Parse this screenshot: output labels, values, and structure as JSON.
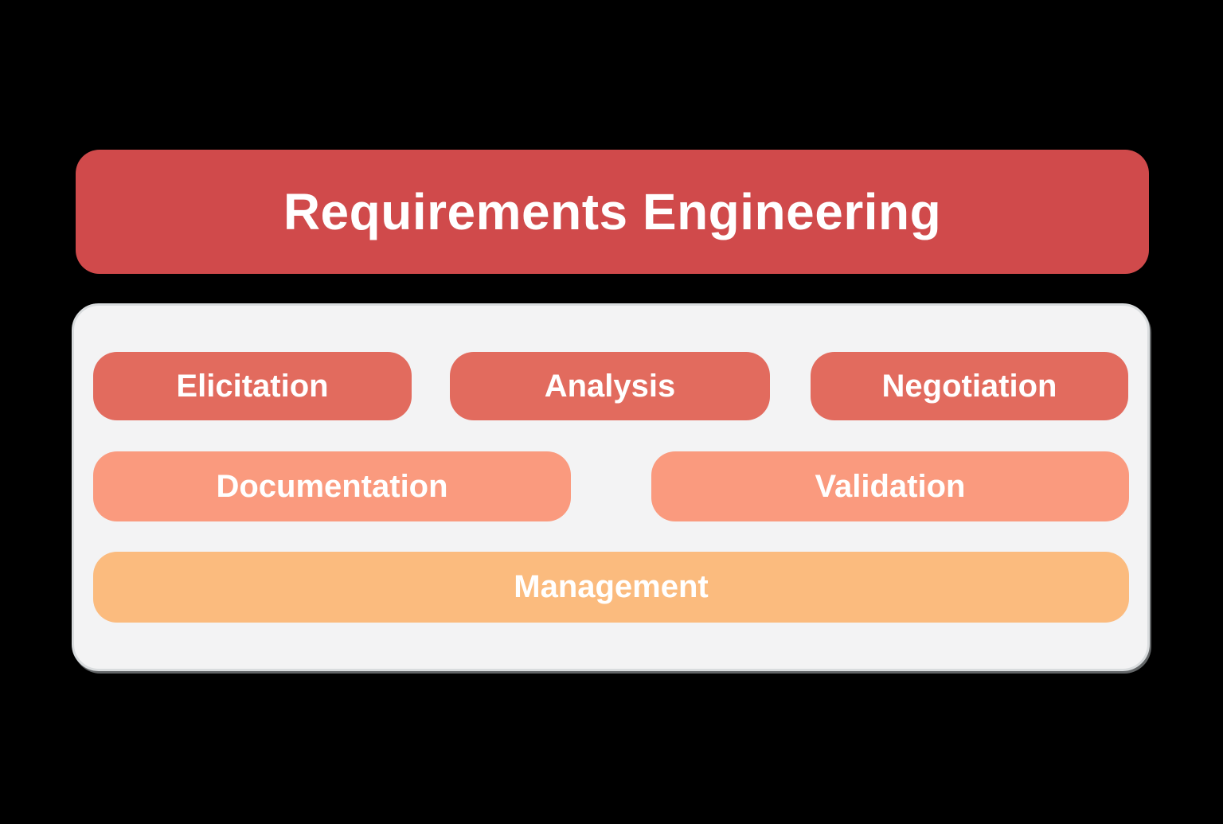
{
  "title": "Requirements Engineering",
  "nodes": {
    "elicitation": "Elicitation",
    "analysis": "Analysis",
    "negotiation": "Negotiation",
    "documentation": "Documentation",
    "validation": "Validation",
    "management": "Management"
  },
  "colors": {
    "background": "#000000",
    "banner": "#d04a4b",
    "tier1": "#e26b5e",
    "tier2": "#fa9a7e",
    "tier3": "#fbbb7e",
    "panel_bg": "#f3f3f4",
    "panel_border": "#d9dcde",
    "text": "#ffffff"
  }
}
